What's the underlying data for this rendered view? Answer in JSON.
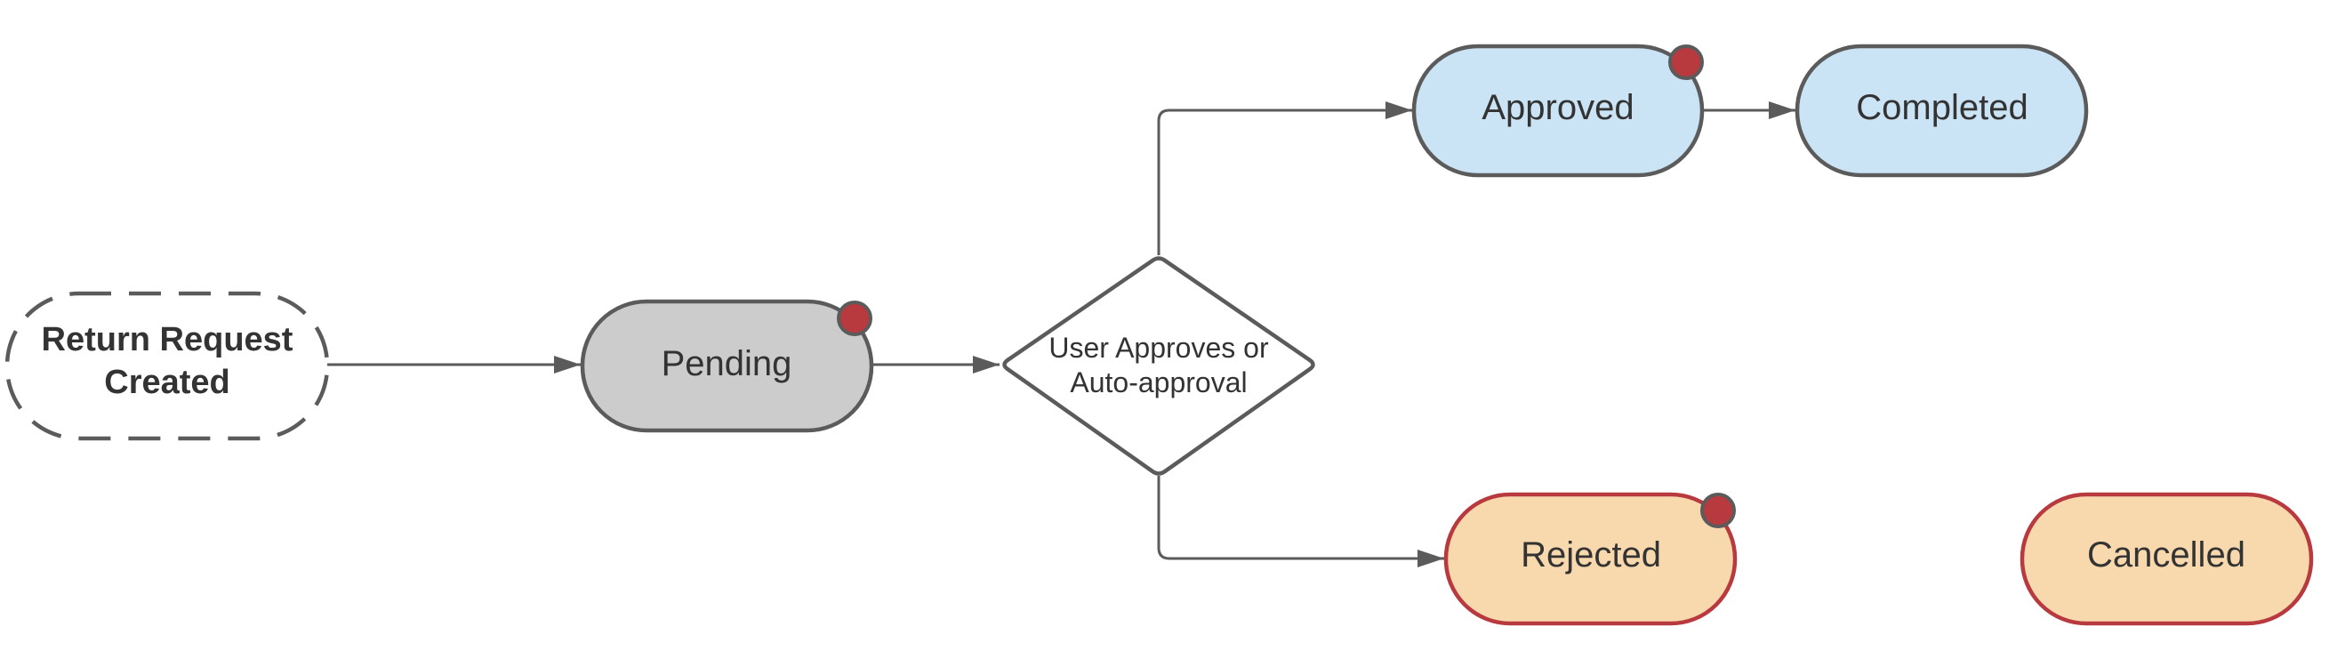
{
  "diagram": {
    "nodes": {
      "start": {
        "lines": [
          "Return Request",
          "Created"
        ]
      },
      "pending": {
        "label": "Pending"
      },
      "decision": {
        "lines": [
          "User Approves or",
          "Auto-approval"
        ]
      },
      "approved": {
        "label": "Approved"
      },
      "completed": {
        "label": "Completed"
      },
      "rejected": {
        "label": "Rejected"
      },
      "cancelled": {
        "label": "Cancelled"
      }
    },
    "colors": {
      "stroke": "#5b5b5b",
      "text": "#333333",
      "gray_fill": "#cccccc",
      "blue_fill": "#cae3f5",
      "orange_fill": "#f8d9ae",
      "red_stroke": "#b83a3f",
      "marker_fill": "#b83a3f",
      "white_fill": "#ffffff"
    }
  }
}
